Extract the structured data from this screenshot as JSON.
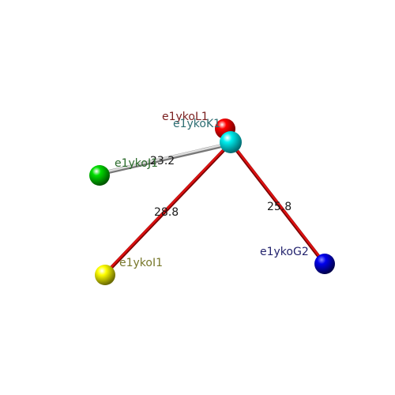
{
  "atoms": [
    {
      "id": "L1",
      "label": "e1ykoL1",
      "color": "#ff0000",
      "label_color": "#7a1f1f"
    },
    {
      "id": "K1",
      "label": "e1ykoK1",
      "color": "#00e5ee",
      "label_color": "#2e6e73"
    },
    {
      "id": "J1",
      "label": "e1ykoJ1",
      "color": "#00cc00",
      "label_color": "#2a6a2a"
    },
    {
      "id": "I1",
      "label": "e1ykoI1",
      "color": "#eeee00",
      "label_color": "#77772a"
    },
    {
      "id": "G2",
      "label": "e1ykoG2",
      "color": "#0000ee",
      "label_color": "#24246e"
    }
  ],
  "bonds": [
    {
      "from": "K1",
      "to": "J1",
      "distance": "23.2",
      "color": "#bbbbbb"
    },
    {
      "from": "K1",
      "to": "I1",
      "distance": "28.8",
      "color": "#cc0000"
    },
    {
      "from": "K1",
      "to": "G2",
      "distance": "25.8",
      "color": "#cc0000"
    }
  ]
}
